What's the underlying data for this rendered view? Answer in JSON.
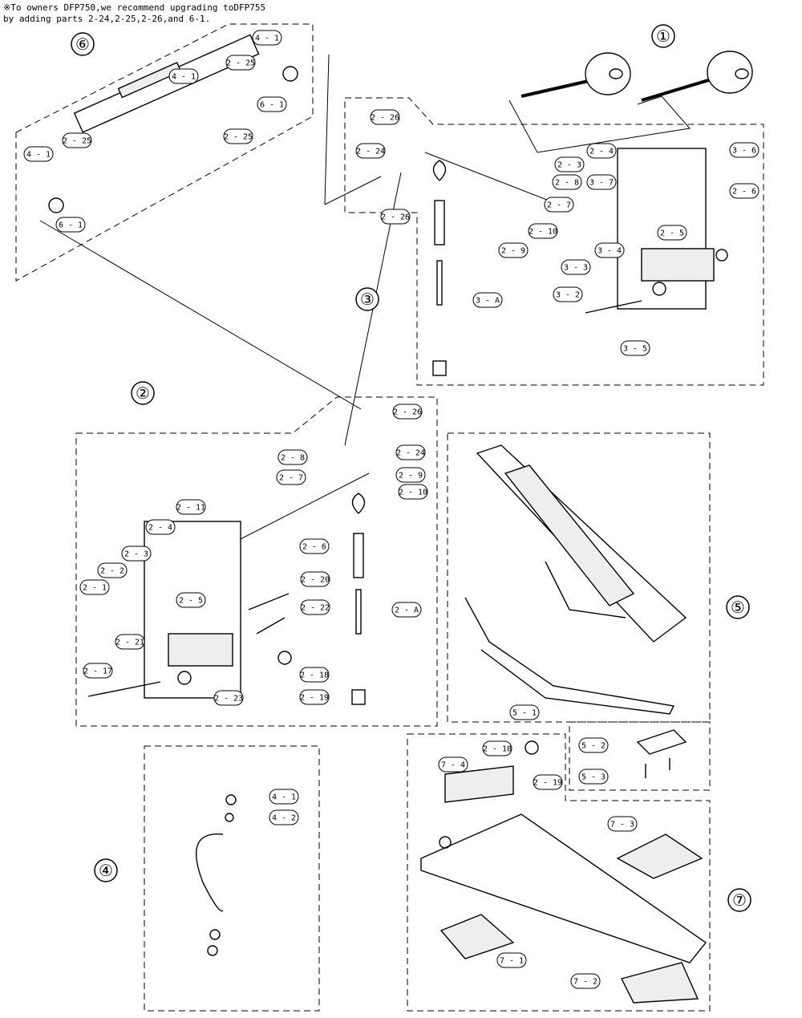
{
  "note": {
    "line1": "※To owners DFP750,we recommend upgrading toDFP755",
    "line2": "by adding parts 2-24,2-25,2-26,and 6-1."
  },
  "groups": [
    "①",
    "②",
    "③",
    "④",
    "⑤",
    "⑥",
    "⑦"
  ],
  "labels": {
    "g6": [
      "4 - 1",
      "2 - 25",
      "4 - 1",
      "6 - 1",
      "2 - 25",
      "4 - 1",
      "2 - 25",
      "6 - 1"
    ],
    "g3": [
      "2 - 26",
      "2 - 24",
      "2 - 26",
      "3 - A",
      "2 - 10",
      "2 - 9",
      "2 - 8",
      "2 - 7",
      "2 - 3",
      "2 - 4",
      "3 - 7",
      "3 - 6",
      "2 - 6",
      "2 - 5",
      "3 - 4",
      "3 - 3",
      "3 - 2",
      "3 - 5"
    ],
    "g2": [
      "2 - 26",
      "2 - 24",
      "2 - 8",
      "2 - 7",
      "2 - 9",
      "2 - 10",
      "2 - 11",
      "2 - 4",
      "2 - 3",
      "2 - 2",
      "2 - 1",
      "2 - 5",
      "2 - 6",
      "2 - 20",
      "2 - 22",
      "2 - A",
      "2 - 21",
      "2 - 17",
      "2 - 23",
      "2 - 18",
      "2 - 19"
    ],
    "g5": [
      "5 - 1",
      "5 - 2",
      "5 - 3"
    ],
    "g4": [
      "4 - 1",
      "4 - 2"
    ],
    "g7": [
      "2 - 18",
      "2 - 19",
      "7 - 4",
      "7 - 3",
      "7 - 1",
      "7 - 2"
    ]
  }
}
